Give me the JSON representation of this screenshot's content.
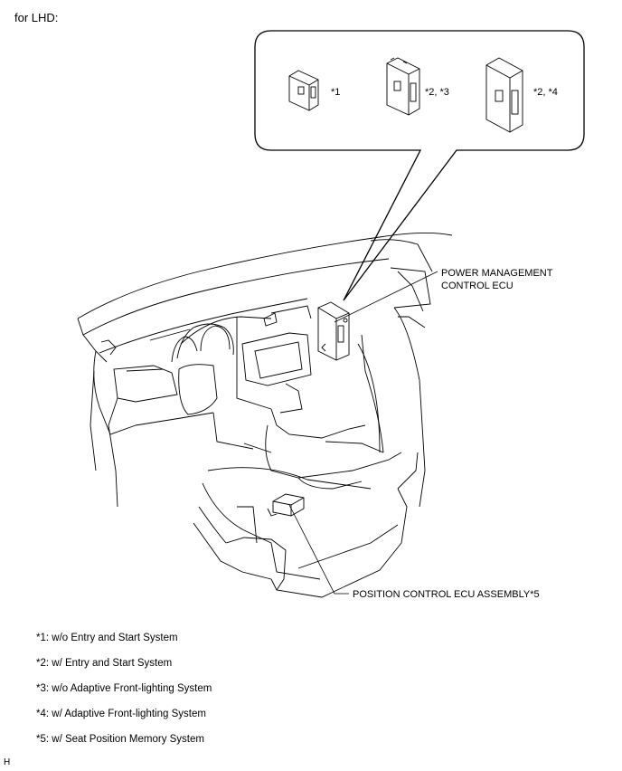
{
  "header": "for LHD:",
  "ecu_variants": [
    {
      "label": "*1"
    },
    {
      "label": "*2, *3"
    },
    {
      "label": "*2, *4"
    }
  ],
  "callouts": {
    "power_mgmt": "POWER MANAGEMENT\nCONTROL ECU",
    "position_ecu": "POSITION CONTROL ECU ASSEMBLY*5"
  },
  "footnotes": [
    "*1: w/o Entry and Start System",
    "*2: w/ Entry and Start System",
    "*3: w/o Adaptive Front-lighting System",
    "*4: w/ Adaptive Front-lighting System",
    "*5: w/ Seat Position Memory System"
  ],
  "figure_id": "H"
}
